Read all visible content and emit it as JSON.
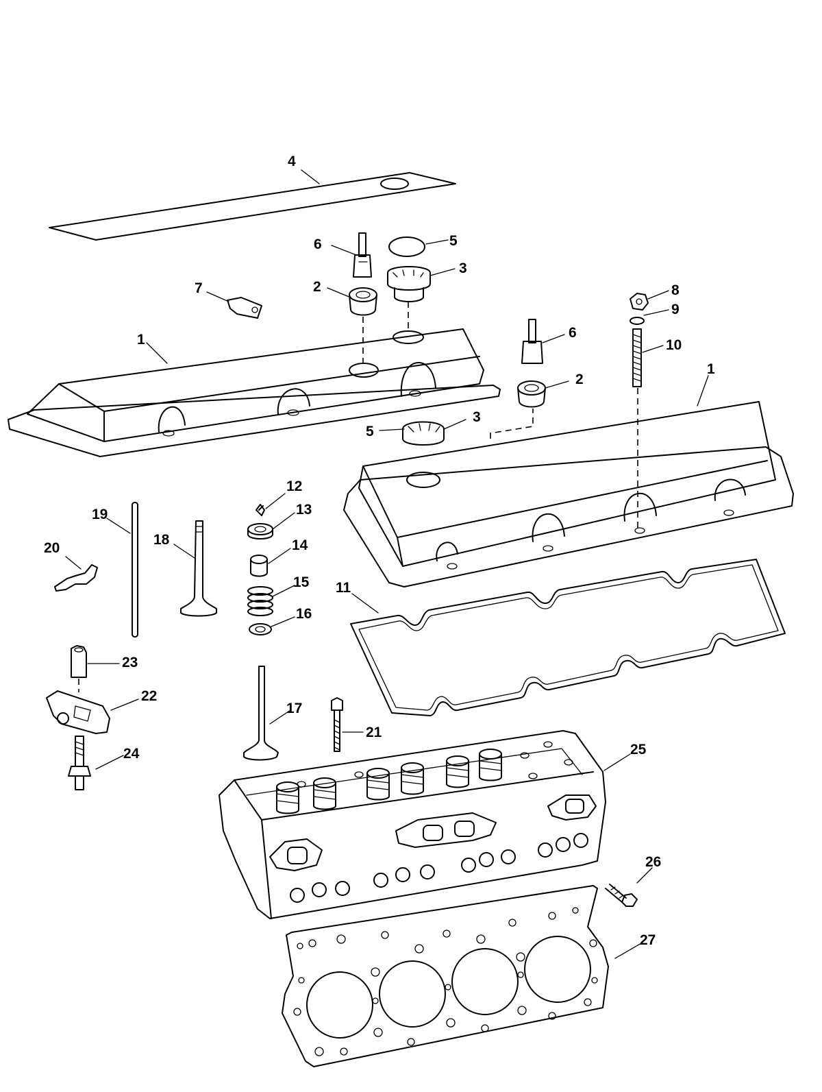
{
  "callouts": [
    {
      "id": "c4",
      "label": "4"
    },
    {
      "id": "c5a",
      "label": "5"
    },
    {
      "id": "c6a",
      "label": "6"
    },
    {
      "id": "c3a",
      "label": "3"
    },
    {
      "id": "c7",
      "label": "7"
    },
    {
      "id": "c2a",
      "label": "2"
    },
    {
      "id": "c8",
      "label": "8"
    },
    {
      "id": "c9",
      "label": "9"
    },
    {
      "id": "c1a",
      "label": "1"
    },
    {
      "id": "c6b",
      "label": "6"
    },
    {
      "id": "c10",
      "label": "10"
    },
    {
      "id": "c1b",
      "label": "1"
    },
    {
      "id": "c2b",
      "label": "2"
    },
    {
      "id": "c3b",
      "label": "3"
    },
    {
      "id": "c5b",
      "label": "5"
    },
    {
      "id": "c12",
      "label": "12"
    },
    {
      "id": "c13",
      "label": "13"
    },
    {
      "id": "c19",
      "label": "19"
    },
    {
      "id": "c18",
      "label": "18"
    },
    {
      "id": "c14",
      "label": "14"
    },
    {
      "id": "c20",
      "label": "20"
    },
    {
      "id": "c15",
      "label": "15"
    },
    {
      "id": "c11",
      "label": "11"
    },
    {
      "id": "c16",
      "label": "16"
    },
    {
      "id": "c23",
      "label": "23"
    },
    {
      "id": "c22",
      "label": "22"
    },
    {
      "id": "c17",
      "label": "17"
    },
    {
      "id": "c21",
      "label": "21"
    },
    {
      "id": "c25",
      "label": "25"
    },
    {
      "id": "c24",
      "label": "24"
    },
    {
      "id": "c26",
      "label": "26"
    },
    {
      "id": "c27",
      "label": "27"
    }
  ]
}
